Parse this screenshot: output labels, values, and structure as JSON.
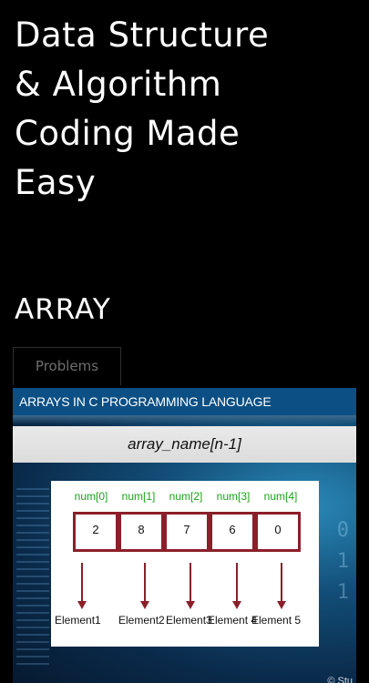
{
  "page": {
    "title_lines": [
      "Data Structure",
      "& Algorithm",
      "Coding Made",
      "Easy"
    ],
    "section_heading": "ARRAY",
    "tab_label": "Problems"
  },
  "figure": {
    "header": "ARRAYS IN C PROGRAMMING LANGUAGE",
    "syntax": "array_name[n-1]",
    "indices": [
      "num[0]",
      "num[1]",
      "num[2]",
      "num[3]",
      "num[4]"
    ],
    "values": [
      "2",
      "8",
      "7",
      "6",
      "0"
    ],
    "element_labels": [
      "Element1",
      "Element2",
      "Element3",
      "Element 4",
      "Element 5"
    ],
    "watermark": "© Stu",
    "colors": {
      "header_bg": "#0b4f84",
      "index_text": "#17a417",
      "cell_border": "#8b1f2a"
    }
  }
}
